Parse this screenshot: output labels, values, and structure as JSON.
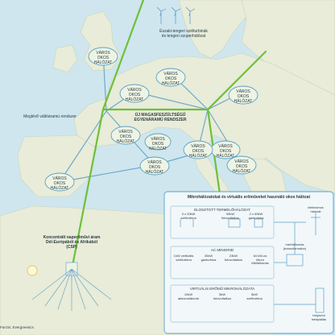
{
  "offshore_label": {
    "line1": "Északi-tengeri szélturbinák",
    "line2": "és tengeri szuperhálózat"
  },
  "hubs": [
    {
      "line1": "VÁROS",
      "line2": "OKOS",
      "line3": "HÁLÓZAT"
    },
    {
      "line1": "VÁROS",
      "line2": "OKOS",
      "line3": "HÁLÓZAT"
    },
    {
      "line1": "VÁROS",
      "line2": "OKOS",
      "line3": "HÁLÓZAT"
    },
    {
      "line1": "VÁROS",
      "line2": "OKOS",
      "line3": "HÁLÓZAT"
    },
    {
      "line1": "VÁROS",
      "line2": "OKOS",
      "line3": "HÁLÓZAT"
    },
    {
      "line1": "VÁROS",
      "line2": "OKOS",
      "line3": "HÁLÓZAT"
    },
    {
      "line1": "VÁROS",
      "line2": "OKOS",
      "line3": "HÁLÓZAT"
    },
    {
      "line1": "VÁROS",
      "line2": "OKOS",
      "line3": "HÁLÓZAT"
    },
    {
      "line1": "VÁROS",
      "line2": "OKOS",
      "line3": "HÁLÓZAT"
    },
    {
      "line1": "VÁROS",
      "line2": "OKOS",
      "line3": "HÁLÓZAT"
    },
    {
      "line1": "VÁROS",
      "line2": "OKOS",
      "line3": "HÁLÓZAT"
    }
  ],
  "hvdc_label": {
    "line1": "ÚJ MAGASFESZÜLTSÉGŰ",
    "line2": "EGYENÁRAMÚ RENDSZER"
  },
  "ac_label": "Meglévő váltóáramú rendszer",
  "csp_label": {
    "line1": "Koncentrált naperőművi áram",
    "line2": "Dél-Európából és Afrikából",
    "line3": "(CSP)"
  },
  "inset": {
    "title": "Mikrohálózatokat és virtuális erőműveket használó okos hálózat",
    "distributed_title": "ELOSZTOTT TERMELŐHÁLÓZAT",
    "distributed_items": [
      {
        "line1": "3 x 20kW",
        "line2": "szélturbina"
      },
      {
        "line1": "90kW",
        "line2": "fotovoltaikus"
      },
      {
        "line1": "2 x 60kW",
        "line2": "gázturbina"
      }
    ],
    "ac_grid": "AC MINIGRID",
    "ac_items": [
      {
        "line1": "1kW vertikális",
        "line2": "szélturbina"
      },
      {
        "line1": "30kW",
        "line2": "gázturbina"
      },
      {
        "line1": "23kW",
        "line2": "fotovoltaikus"
      },
      {
        "line1": "64 kW-os",
        "line2": "lítium",
        "line3": "töltőállomás"
      }
    ],
    "transmission": {
      "line1": "elektromos",
      "line2": "hálózat"
    },
    "transformer": {
      "line1": "mérőállomás",
      "line2": "(transzformátor)"
    },
    "virtual_title": "VIRTUÁLIS ERŐMŰ MIKROHÁLÓZATA",
    "virtual_items": [
      {
        "line1": "10kW",
        "line2": "akkumulátorok"
      },
      {
        "line1": "5kW",
        "line2": "fotovoltaikus"
      },
      {
        "line1": "5kW",
        "line2": "szélturbina"
      }
    ],
    "building": {
      "line1": "helyszíni",
      "line2": "betáplálás"
    }
  },
  "credit": "Forrás: Evergreenics.",
  "colors": {
    "sea": "#cfe6ee",
    "land": "#e8ecd8",
    "hvdc": "#6fbf3b",
    "ac": "#6fa9cc",
    "hub_fill": "#eef4e4",
    "inset_bg": "#f2f7f9",
    "inset_border": "#5aa0c8"
  }
}
